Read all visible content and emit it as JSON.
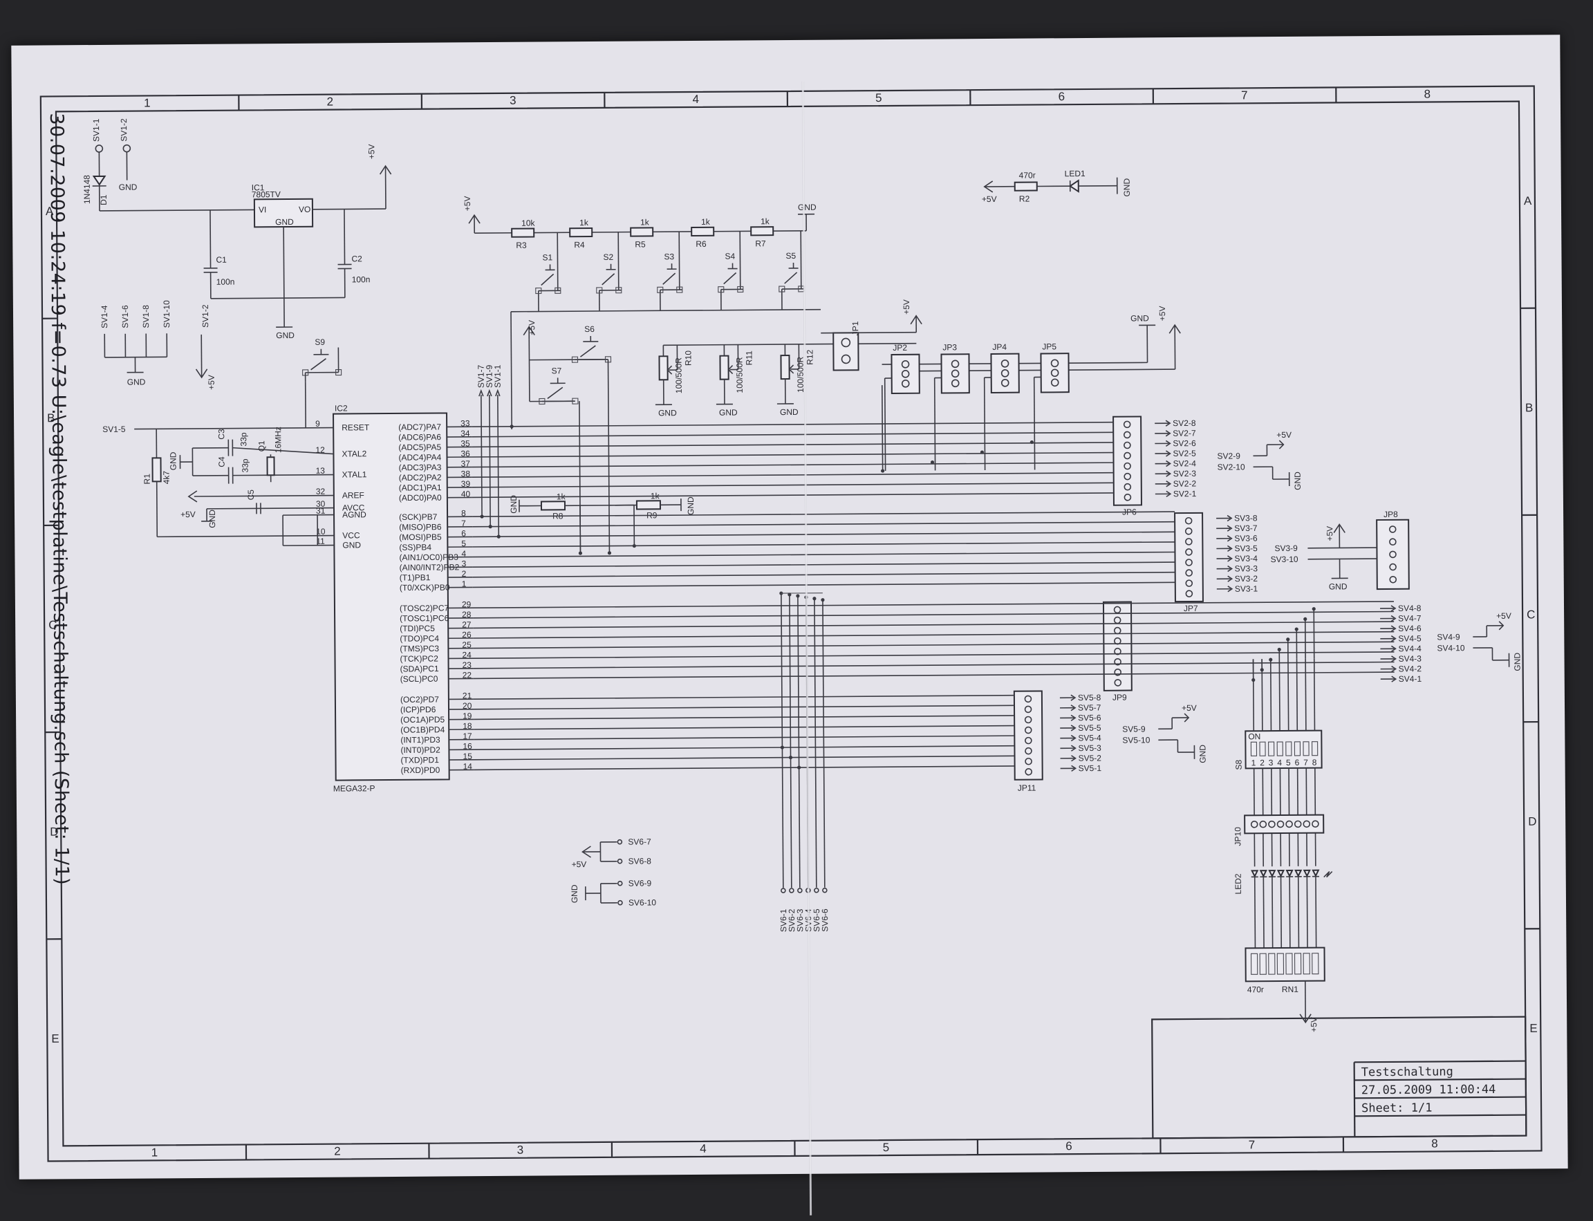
{
  "side_caption": "30.07.2009 10:24:19 f=0.73 U:\\eagle\\testplatine\\Testschaltung.sch (Sheet: 1/1)",
  "frame": {
    "col_labels": [
      "1",
      "2",
      "3",
      "4",
      "5",
      "6",
      "7",
      "8"
    ],
    "row_labels": [
      "A",
      "B",
      "C",
      "D",
      "E"
    ]
  },
  "title_block": {
    "name": "Testschaltung",
    "date": "27.05.2009 11:00:44",
    "sheet": "Sheet: 1/1"
  },
  "power": {
    "plus5v": "+5V",
    "gnd": "GND"
  },
  "supply": {
    "diode": "D1",
    "diode_value": "1N4148",
    "pin1": "SV1-1",
    "pin2": "SV1-2",
    "reg": "IC1",
    "reg_value": "7805TV",
    "reg_vi": "VI",
    "reg_vo": "VO",
    "reg_gnd": "GND",
    "c1": "C1",
    "c1_value": "100n",
    "c2": "C2",
    "c2_value": "100n",
    "sv_pins": [
      "SV1-4",
      "SV1-6",
      "SV1-8",
      "SV1-10"
    ],
    "sv1_2": "SV1-2"
  },
  "led": {
    "r": "R2",
    "r_value": "470r",
    "name": "LED1"
  },
  "resistor_chain": {
    "resistors": [
      {
        "name": "R3",
        "value": "10k"
      },
      {
        "name": "R4",
        "value": "1k"
      },
      {
        "name": "R5",
        "value": "1k"
      },
      {
        "name": "R6",
        "value": "1k"
      },
      {
        "name": "R7",
        "value": "1k"
      }
    ],
    "switches": [
      "S1",
      "S2",
      "S3",
      "S4",
      "S5"
    ]
  },
  "switches_misc": {
    "s6": "S6",
    "s7": "S7",
    "s9": "S9"
  },
  "pots": [
    {
      "name": "R10",
      "value": "100/500R"
    },
    {
      "name": "R11",
      "value": "100/500R"
    },
    {
      "name": "R12",
      "value": "100/500R"
    }
  ],
  "jumpers": [
    "JP1",
    "JP2",
    "JP3",
    "JP4",
    "JP5"
  ],
  "mcu": {
    "name": "IC2",
    "value": "MEGA32-P",
    "left_pins": [
      {
        "label": "RESET",
        "num": "9"
      },
      {
        "label": "XTAL2",
        "num": "12"
      },
      {
        "label": "XTAL1",
        "num": "13"
      },
      {
        "label": "AREF",
        "num": "32"
      },
      {
        "label": "AVCC",
        "num": "30"
      },
      {
        "label": "AGND",
        "num": "31"
      },
      {
        "label": "VCC",
        "num": "10"
      },
      {
        "label": "GND",
        "num": "11"
      }
    ],
    "right_pins": [
      {
        "label": "(ADC7)PA7",
        "num": "33"
      },
      {
        "label": "(ADC6)PA6",
        "num": "34"
      },
      {
        "label": "(ADC5)PA5",
        "num": "35"
      },
      {
        "label": "(ADC4)PA4",
        "num": "36"
      },
      {
        "label": "(ADC3)PA3",
        "num": "37"
      },
      {
        "label": "(ADC2)PA2",
        "num": "38"
      },
      {
        "label": "(ADC1)PA1",
        "num": "39"
      },
      {
        "label": "(ADC0)PA0",
        "num": "40"
      },
      {
        "label": "(SCK)PB7",
        "num": "8"
      },
      {
        "label": "(MISO)PB6",
        "num": "7"
      },
      {
        "label": "(MOSI)PB5",
        "num": "6"
      },
      {
        "label": "(SS)PB4",
        "num": "5"
      },
      {
        "label": "(AIN1/OC0)PB3",
        "num": "4"
      },
      {
        "label": "(AIN0/INT2)PB2",
        "num": "3"
      },
      {
        "label": "(T1)PB1",
        "num": "2"
      },
      {
        "label": "(T0/XCK)PB0",
        "num": "1"
      },
      {
        "label": "(TOSC2)PC7",
        "num": "29"
      },
      {
        "label": "(TOSC1)PC6",
        "num": "28"
      },
      {
        "label": "(TDI)PC5",
        "num": "27"
      },
      {
        "label": "(TDO)PC4",
        "num": "26"
      },
      {
        "label": "(TMS)PC3",
        "num": "25"
      },
      {
        "label": "(TCK)PC2",
        "num": "24"
      },
      {
        "label": "(SDA)PC1",
        "num": "23"
      },
      {
        "label": "(SCL)PC0",
        "num": "22"
      },
      {
        "label": "(OC2)PD7",
        "num": "21"
      },
      {
        "label": "(ICP)PD6",
        "num": "20"
      },
      {
        "label": "(OC1A)PD5",
        "num": "19"
      },
      {
        "label": "(OC1B)PD4",
        "num": "18"
      },
      {
        "label": "(INT1)PD3",
        "num": "17"
      },
      {
        "label": "(INT0)PD2",
        "num": "16"
      },
      {
        "label": "(TXD)PD1",
        "num": "15"
      },
      {
        "label": "(RXD)PD0",
        "num": "14"
      }
    ]
  },
  "osc": {
    "c3": "C3",
    "c3_value": "33p",
    "c4": "C4",
    "c4_value": "33p",
    "q": "Q1",
    "q_value": "16MHz",
    "c5": "C5",
    "r1": "R1",
    "r1_value": "4k7",
    "sv1_5": "SV1-5"
  },
  "spi": {
    "pins": [
      "SV1-7",
      "SV1-9",
      "SV1-1"
    ],
    "r8": "R8",
    "r8_value": "1k",
    "r9": "R9",
    "r9_value": "1k"
  },
  "headers": {
    "jp6": "JP6",
    "jp7": "JP7",
    "jp8": "JP8",
    "jp9": "JP9",
    "jp10": "JP10",
    "jp11": "JP11",
    "sv2": [
      "SV2-8",
      "SV2-7",
      "SV2-6",
      "SV2-5",
      "SV2-4",
      "SV2-3",
      "SV2-2",
      "SV2-1"
    ],
    "sv2_extra": [
      "SV2-9",
      "SV2-10"
    ],
    "sv3": [
      "SV3-8",
      "SV3-7",
      "SV3-6",
      "SV3-5",
      "SV3-4",
      "SV3-3",
      "SV3-2",
      "SV3-1"
    ],
    "sv3_extra": [
      "SV3-9",
      "SV3-10"
    ],
    "sv4": [
      "SV4-8",
      "SV4-7",
      "SV4-6",
      "SV4-5",
      "SV4-4",
      "SV4-3",
      "SV4-2",
      "SV4-1"
    ],
    "sv4_extra": [
      "SV4-9",
      "SV4-10"
    ],
    "sv5": [
      "SV5-8",
      "SV5-7",
      "SV5-6",
      "SV5-5",
      "SV5-4",
      "SV5-3",
      "SV5-2",
      "SV5-1"
    ],
    "sv5_extra": [
      "SV5-9",
      "SV5-10"
    ],
    "sv6_bottom": [
      "SV6-1",
      "SV6-2",
      "SV6-3",
      "SV6-4",
      "SV6-5",
      "SV6-6"
    ],
    "sv6_extra": [
      "SV6-7",
      "SV6-8",
      "SV6-9",
      "SV6-10"
    ]
  },
  "dip": {
    "name": "S8",
    "on": "ON",
    "numbers": [
      "1",
      "2",
      "3",
      "4",
      "5",
      "6",
      "7",
      "8"
    ],
    "led": "LED2",
    "rn": "RN1",
    "rn_value": "470r"
  }
}
